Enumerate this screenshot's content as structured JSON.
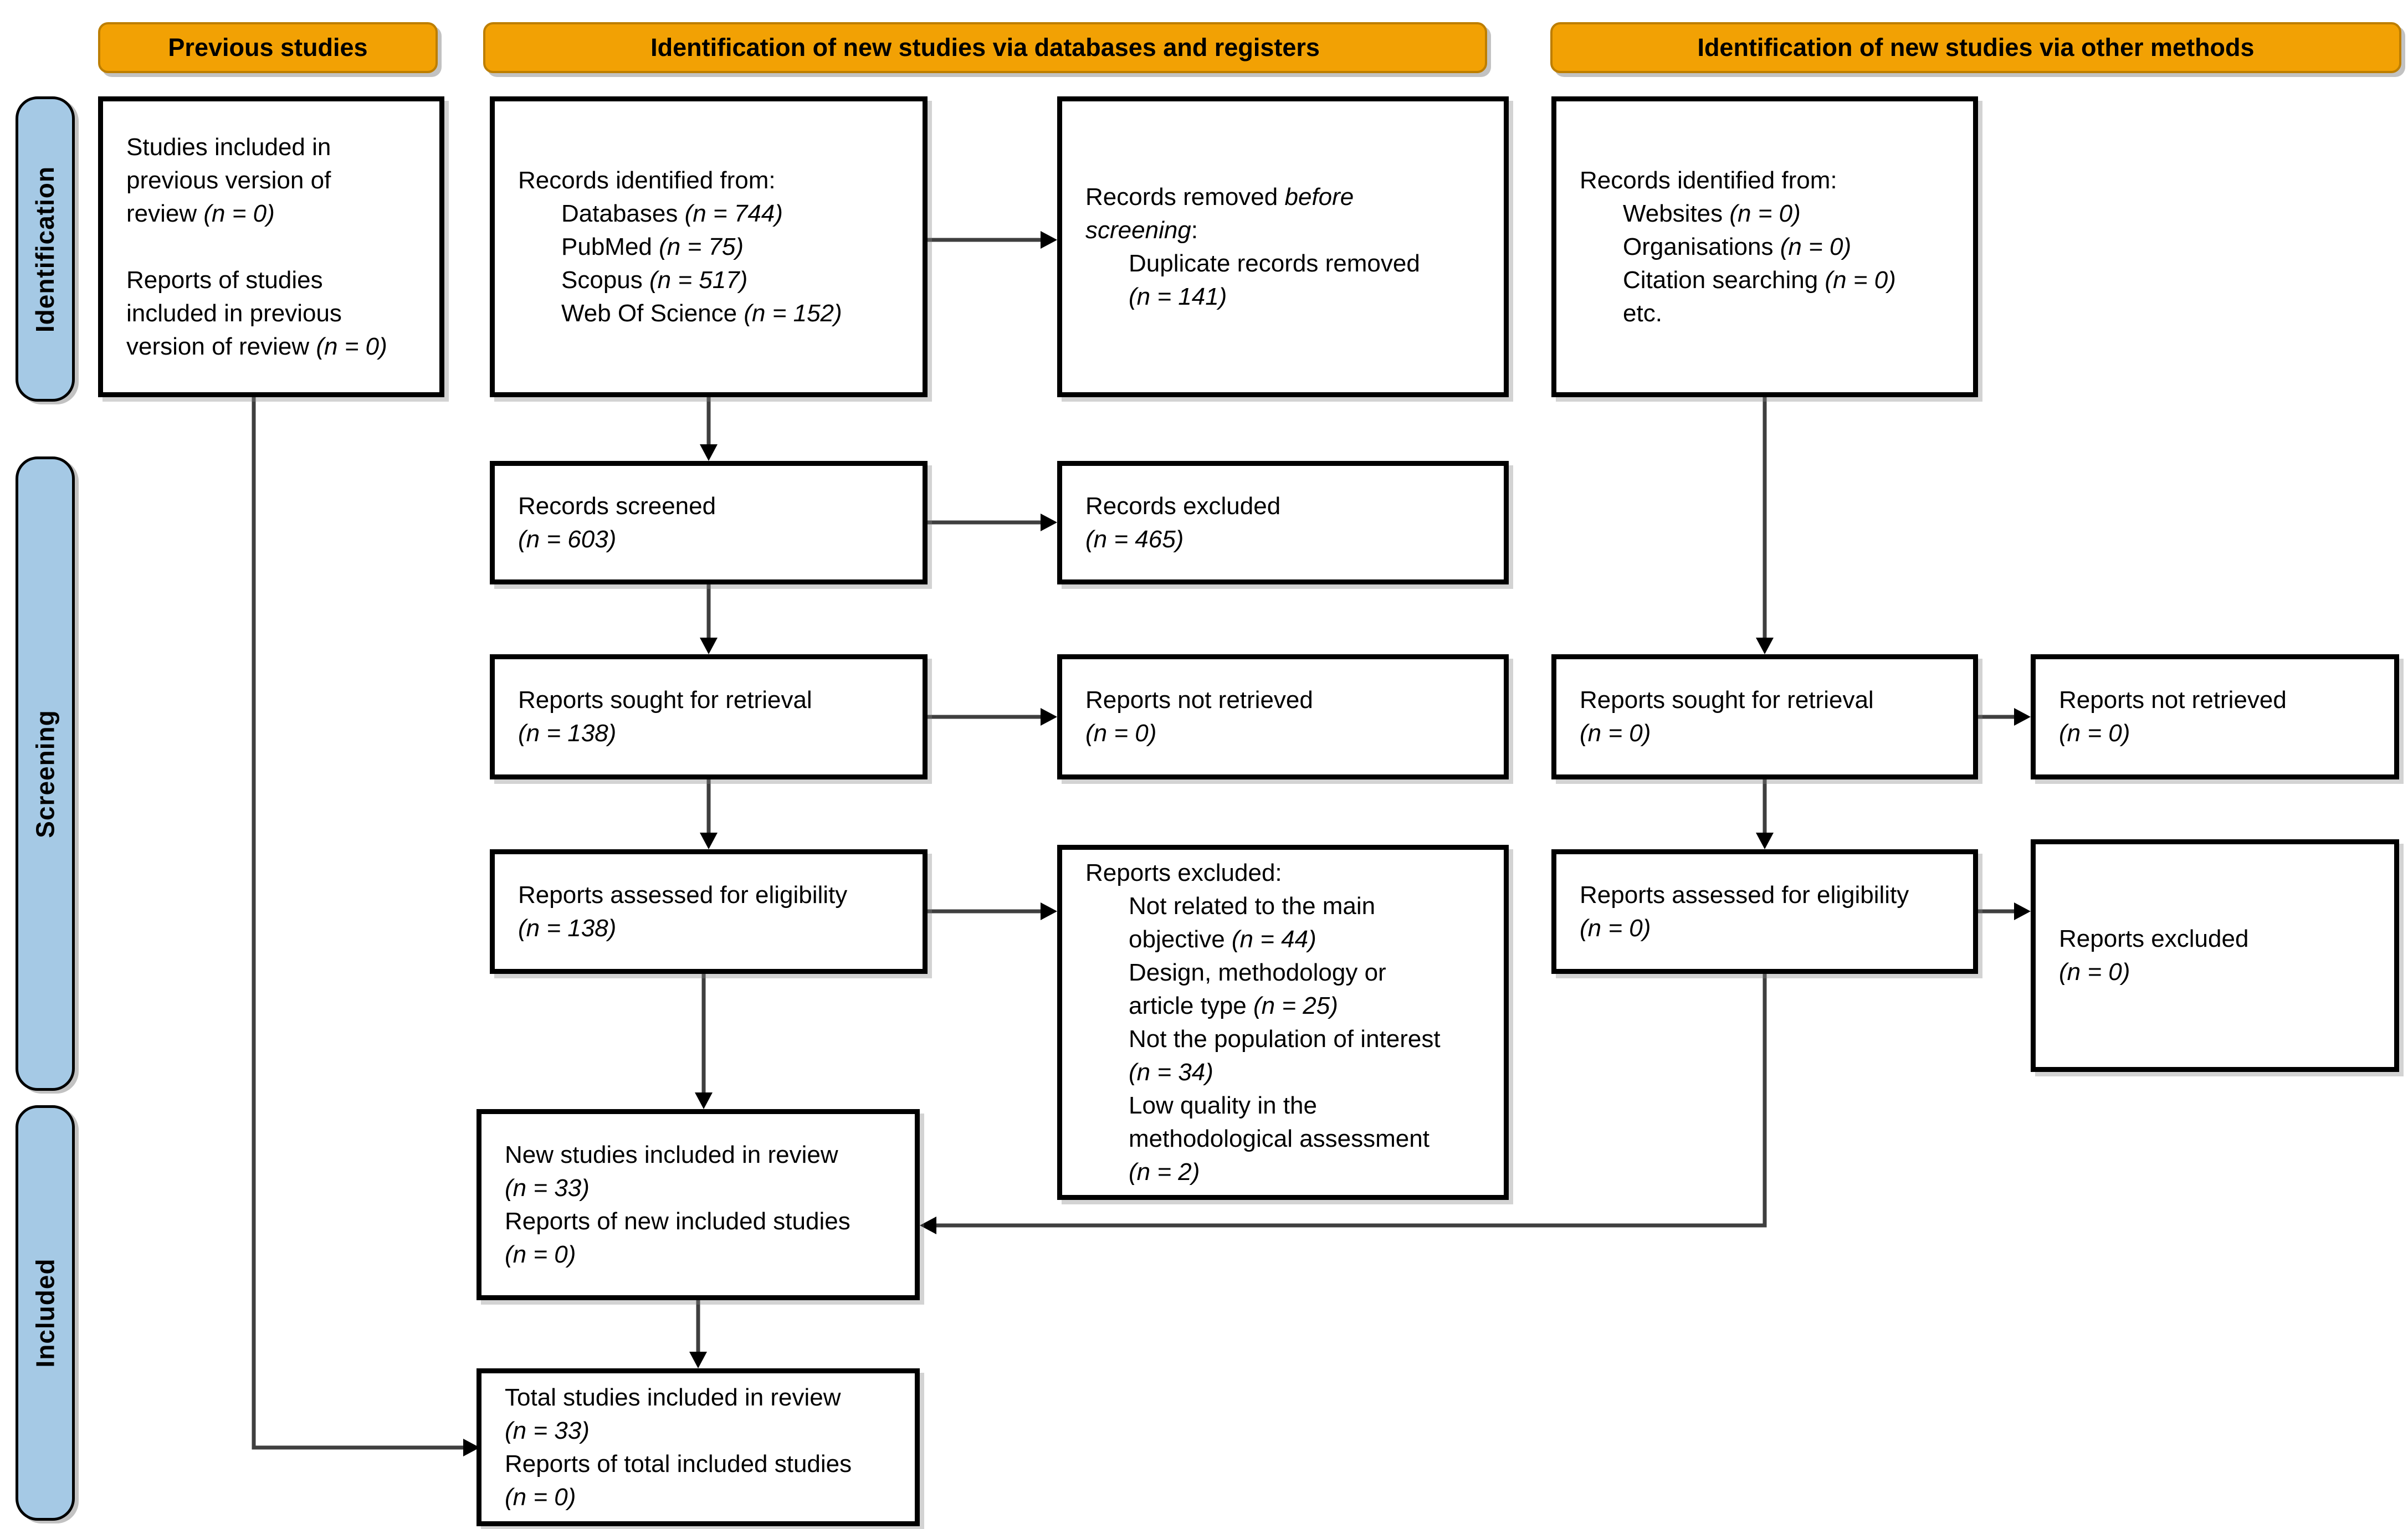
{
  "colors": {
    "header_bg": "#F2A104",
    "header_border": "#BD7E00",
    "sidebar_bg": "#A5C9E5",
    "box_bg": "#FFFFFF",
    "box_border": "#000000",
    "line": "#3F3F3F",
    "arrow_head": "#000000"
  },
  "headers": {
    "previous": "Previous studies",
    "databases": "Identification of new studies via databases and registers",
    "other": "Identification of new studies via other methods"
  },
  "sidebar": {
    "identification": "Identification",
    "screening": "Screening",
    "included": "Included"
  },
  "boxes": {
    "prev_studies": {
      "lines": [
        {
          "segs": [
            {
              "t": "Studies included in"
            }
          ]
        },
        {
          "segs": [
            {
              "t": "previous version of"
            }
          ]
        },
        {
          "segs": [
            {
              "t": "review "
            },
            {
              "t": "(n = 0)",
              "i": true
            }
          ]
        },
        {
          "segs": [
            {
              "t": " "
            }
          ]
        },
        {
          "segs": [
            {
              "t": "Reports of studies"
            }
          ]
        },
        {
          "segs": [
            {
              "t": "included in previous"
            }
          ]
        },
        {
          "segs": [
            {
              "t": "version of review "
            },
            {
              "t": "(n = 0)",
              "i": true
            }
          ]
        }
      ]
    },
    "db_identified": {
      "lines": [
        {
          "segs": [
            {
              "t": "Records identified from:"
            }
          ]
        },
        {
          "ind": 1,
          "segs": [
            {
              "t": "Databases "
            },
            {
              "t": "(n = 744)",
              "i": true
            }
          ]
        },
        {
          "ind": 1,
          "segs": [
            {
              "t": "PubMed "
            },
            {
              "t": "(n = 75)",
              "i": true
            }
          ]
        },
        {
          "ind": 1,
          "segs": [
            {
              "t": "Scopus "
            },
            {
              "t": "(n = 517)",
              "i": true
            }
          ]
        },
        {
          "ind": 1,
          "segs": [
            {
              "t": "Web Of Science "
            },
            {
              "t": "(n = 152)",
              "i": true
            }
          ]
        }
      ]
    },
    "db_removed": {
      "lines": [
        {
          "segs": [
            {
              "t": "Records removed "
            },
            {
              "t": "before",
              "i": true
            }
          ]
        },
        {
          "segs": [
            {
              "t": "screening",
              "i": true
            },
            {
              "t": ":"
            }
          ]
        },
        {
          "ind": 1,
          "segs": [
            {
              "t": "Duplicate records removed"
            }
          ]
        },
        {
          "ind": 1,
          "segs": [
            {
              "t": "(n = 141)",
              "i": true
            }
          ]
        }
      ]
    },
    "other_identified": {
      "lines": [
        {
          "segs": [
            {
              "t": "Records identified from:"
            }
          ]
        },
        {
          "ind": 1,
          "segs": [
            {
              "t": "Websites "
            },
            {
              "t": "(n = 0)",
              "i": true
            }
          ]
        },
        {
          "ind": 1,
          "segs": [
            {
              "t": "Organisations "
            },
            {
              "t": "(n = 0)",
              "i": true
            }
          ]
        },
        {
          "ind": 1,
          "segs": [
            {
              "t": "Citation searching "
            },
            {
              "t": "(n = 0)",
              "i": true
            }
          ]
        },
        {
          "ind": 1,
          "segs": [
            {
              "t": "etc."
            }
          ]
        }
      ]
    },
    "records_screened": {
      "lines": [
        {
          "segs": [
            {
              "t": "Records screened"
            }
          ]
        },
        {
          "segs": [
            {
              "t": "(n = 603)",
              "i": true
            }
          ]
        }
      ]
    },
    "records_excluded": {
      "lines": [
        {
          "segs": [
            {
              "t": "Records excluded"
            }
          ]
        },
        {
          "segs": [
            {
              "t": "(n = 465)",
              "i": true
            }
          ]
        }
      ]
    },
    "reports_sought": {
      "lines": [
        {
          "segs": [
            {
              "t": "Reports sought for retrieval"
            }
          ]
        },
        {
          "segs": [
            {
              "t": "(n = 138)",
              "i": true
            }
          ]
        }
      ]
    },
    "reports_not_retrieved": {
      "lines": [
        {
          "segs": [
            {
              "t": "Reports not retrieved"
            }
          ]
        },
        {
          "segs": [
            {
              "t": "(n = 0)",
              "i": true
            }
          ]
        }
      ]
    },
    "reports_assessed": {
      "lines": [
        {
          "segs": [
            {
              "t": "Reports assessed for eligibility"
            }
          ]
        },
        {
          "segs": [
            {
              "t": "(n = 138)",
              "i": true
            }
          ]
        }
      ]
    },
    "reports_excluded_list": {
      "lines": [
        {
          "segs": [
            {
              "t": "Reports excluded:"
            }
          ]
        },
        {
          "ind": 1,
          "segs": [
            {
              "t": "Not related to the main"
            }
          ]
        },
        {
          "ind": 1,
          "segs": [
            {
              "t": "objective "
            },
            {
              "t": "(n = 44)",
              "i": true
            }
          ]
        },
        {
          "ind": 1,
          "segs": [
            {
              "t": "Design, methodology or"
            }
          ]
        },
        {
          "ind": 1,
          "segs": [
            {
              "t": "article type "
            },
            {
              "t": "(n = 25)",
              "i": true
            }
          ]
        },
        {
          "ind": 1,
          "segs": [
            {
              "t": "Not the population of interest"
            }
          ]
        },
        {
          "ind": 1,
          "segs": [
            {
              "t": "(n = 34)",
              "i": true
            }
          ]
        },
        {
          "ind": 1,
          "segs": [
            {
              "t": "Low quality in the"
            }
          ]
        },
        {
          "ind": 1,
          "segs": [
            {
              "t": "methodological assessment"
            }
          ]
        },
        {
          "ind": 1,
          "segs": [
            {
              "t": "(n = 2)",
              "i": true
            }
          ]
        }
      ]
    },
    "other_reports_sought": {
      "lines": [
        {
          "segs": [
            {
              "t": "Reports sought for retrieval"
            }
          ]
        },
        {
          "segs": [
            {
              "t": "(n = 0)",
              "i": true
            }
          ]
        }
      ]
    },
    "other_not_retrieved": {
      "lines": [
        {
          "segs": [
            {
              "t": "Reports not retrieved"
            }
          ]
        },
        {
          "segs": [
            {
              "t": "(n = 0)",
              "i": true
            }
          ]
        }
      ]
    },
    "other_assessed": {
      "lines": [
        {
          "segs": [
            {
              "t": "Reports assessed for eligibility"
            }
          ]
        },
        {
          "segs": [
            {
              "t": "(n = 0)",
              "i": true
            }
          ]
        }
      ]
    },
    "other_excluded": {
      "lines": [
        {
          "segs": [
            {
              "t": "Reports excluded"
            }
          ]
        },
        {
          "segs": [
            {
              "t": "(n = 0)",
              "i": true
            }
          ]
        }
      ]
    },
    "new_included": {
      "lines": [
        {
          "segs": [
            {
              "t": "New studies included in review"
            }
          ]
        },
        {
          "segs": [
            {
              "t": "(n = 33)",
              "i": true
            }
          ]
        },
        {
          "segs": [
            {
              "t": "Reports of new included studies"
            }
          ]
        },
        {
          "segs": [
            {
              "t": "(n = 0)",
              "i": true
            }
          ]
        }
      ]
    },
    "total_included": {
      "lines": [
        {
          "segs": [
            {
              "t": "Total studies included in review"
            }
          ]
        },
        {
          "segs": [
            {
              "t": "(n = 33)",
              "i": true
            }
          ]
        },
        {
          "segs": [
            {
              "t": "Reports of total included studies"
            }
          ]
        },
        {
          "segs": [
            {
              "t": "(n = 0)",
              "i": true
            }
          ]
        }
      ]
    }
  }
}
